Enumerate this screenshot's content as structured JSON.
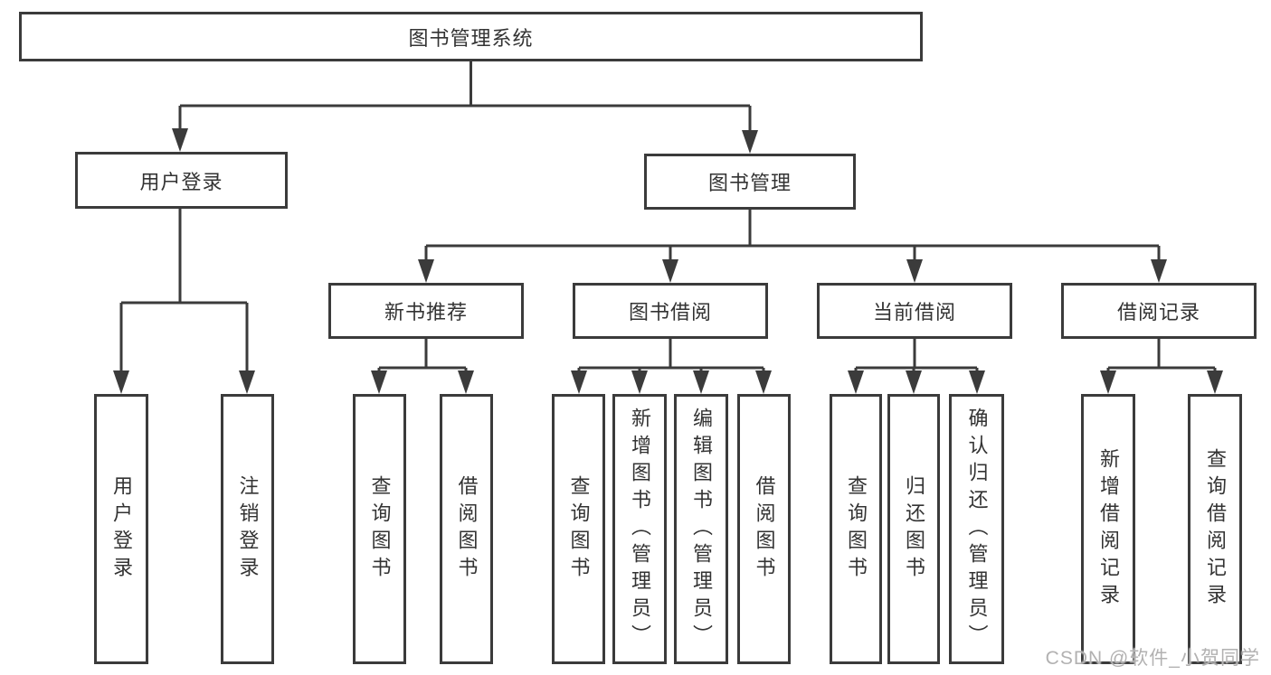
{
  "diagram": {
    "root": {
      "label": "图书管理系统"
    },
    "level2": [
      {
        "label": "用户登录"
      },
      {
        "label": "图书管理"
      }
    ],
    "level3": [
      {
        "label": "新书推荐"
      },
      {
        "label": "图书借阅"
      },
      {
        "label": "当前借阅"
      },
      {
        "label": "借阅记录"
      }
    ],
    "leaves": {
      "user_login": [
        {
          "label": "用户登录"
        },
        {
          "label": "注销登录"
        }
      ],
      "new_book_recommend": [
        {
          "label": "查询图书"
        },
        {
          "label": "借阅图书"
        }
      ],
      "book_borrowing": [
        {
          "label": "查询图书"
        },
        {
          "label": "新增图书（管理员）"
        },
        {
          "label": "编辑图书（管理员）"
        },
        {
          "label": "借阅图书"
        }
      ],
      "current_borrowing": [
        {
          "label": "查询图书"
        },
        {
          "label": "归还图书"
        },
        {
          "label": "确认归还（管理员）"
        }
      ],
      "borrowing_records": [
        {
          "label": "新增借阅记录"
        },
        {
          "label": "查询借阅记录"
        }
      ]
    },
    "watermark": "CSDN @软件_小贺同学",
    "colors": {
      "line": "#3b3b3b",
      "text": "#333333",
      "background": "#ffffff",
      "watermark": "#b2b1b1"
    }
  }
}
